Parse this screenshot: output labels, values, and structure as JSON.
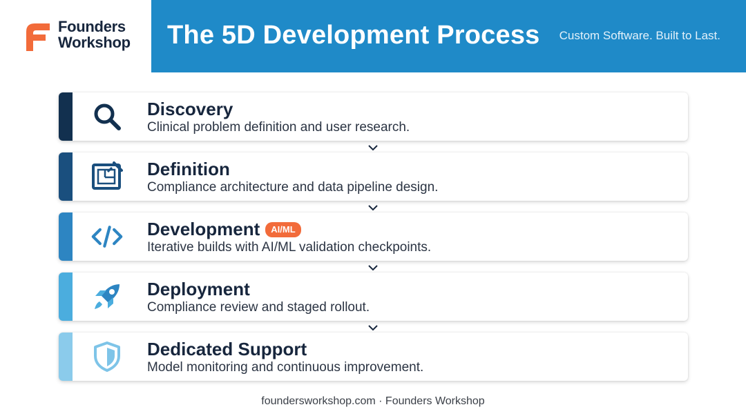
{
  "brand": {
    "name_line1": "Founders",
    "name_line2": "Workshop",
    "logo_icon": "founders-f-logo",
    "accent": "#f26b3a"
  },
  "header": {
    "title": "The 5D Development Process",
    "tagline": "Custom Software. Built to Last.",
    "background": "#1f8ac8"
  },
  "steps": [
    {
      "title": "Discovery",
      "description": "Clinical problem definition and user research.",
      "icon": "magnifier-icon",
      "color": "#12304f"
    },
    {
      "title": "Definition",
      "description": "Compliance architecture and data pipeline design.",
      "icon": "blueprint-icon",
      "color": "#1a4f7e"
    },
    {
      "title": "Development",
      "badge": "AI/ML",
      "description": "Iterative builds with AI/ML validation checkpoints.",
      "icon": "code-icon",
      "color": "#2d85c2"
    },
    {
      "title": "Deployment",
      "description": "Compliance review and staged rollout.",
      "icon": "rocket-icon",
      "color": "#4badde"
    },
    {
      "title": "Dedicated Support",
      "description": "Model monitoring and continuous improvement.",
      "icon": "shield-icon",
      "color": "#8bcbeb"
    }
  ],
  "footer": {
    "text": "foundersworkshop.com · Founders Workshop"
  }
}
